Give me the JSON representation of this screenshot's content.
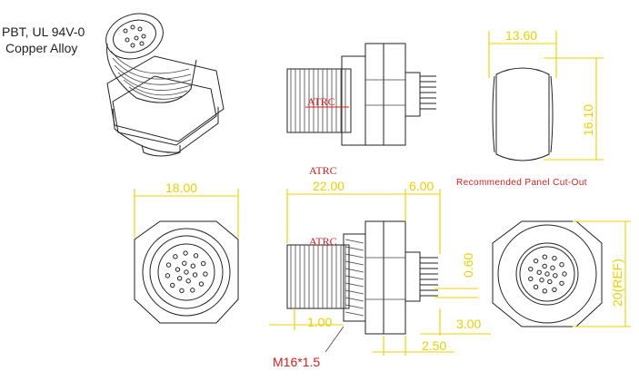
{
  "materials": {
    "line1": "PBT, UL 94V-0",
    "line2": "Copper Alloy"
  },
  "watermarks": {
    "top": "ATRC",
    "middle": "ATRC",
    "bottom": "ATRC"
  },
  "cutout": {
    "caption": "Recommended Panel Cut-Out",
    "width": "13.60",
    "height": "16.10"
  },
  "front_view": {
    "width": "18.00"
  },
  "side_view": {
    "overall_length": "22.00",
    "rear_length": "6.00",
    "front_step": "1.00",
    "thread": "M16*1.5",
    "pin_gap": "0.60",
    "pin_length": "3.00",
    "nut_gap": "2.50"
  },
  "rear_view": {
    "height": "20(REF)"
  },
  "colors": {
    "dimension": "#e8d000",
    "watermark": "#d02020",
    "ink": "#222222"
  }
}
